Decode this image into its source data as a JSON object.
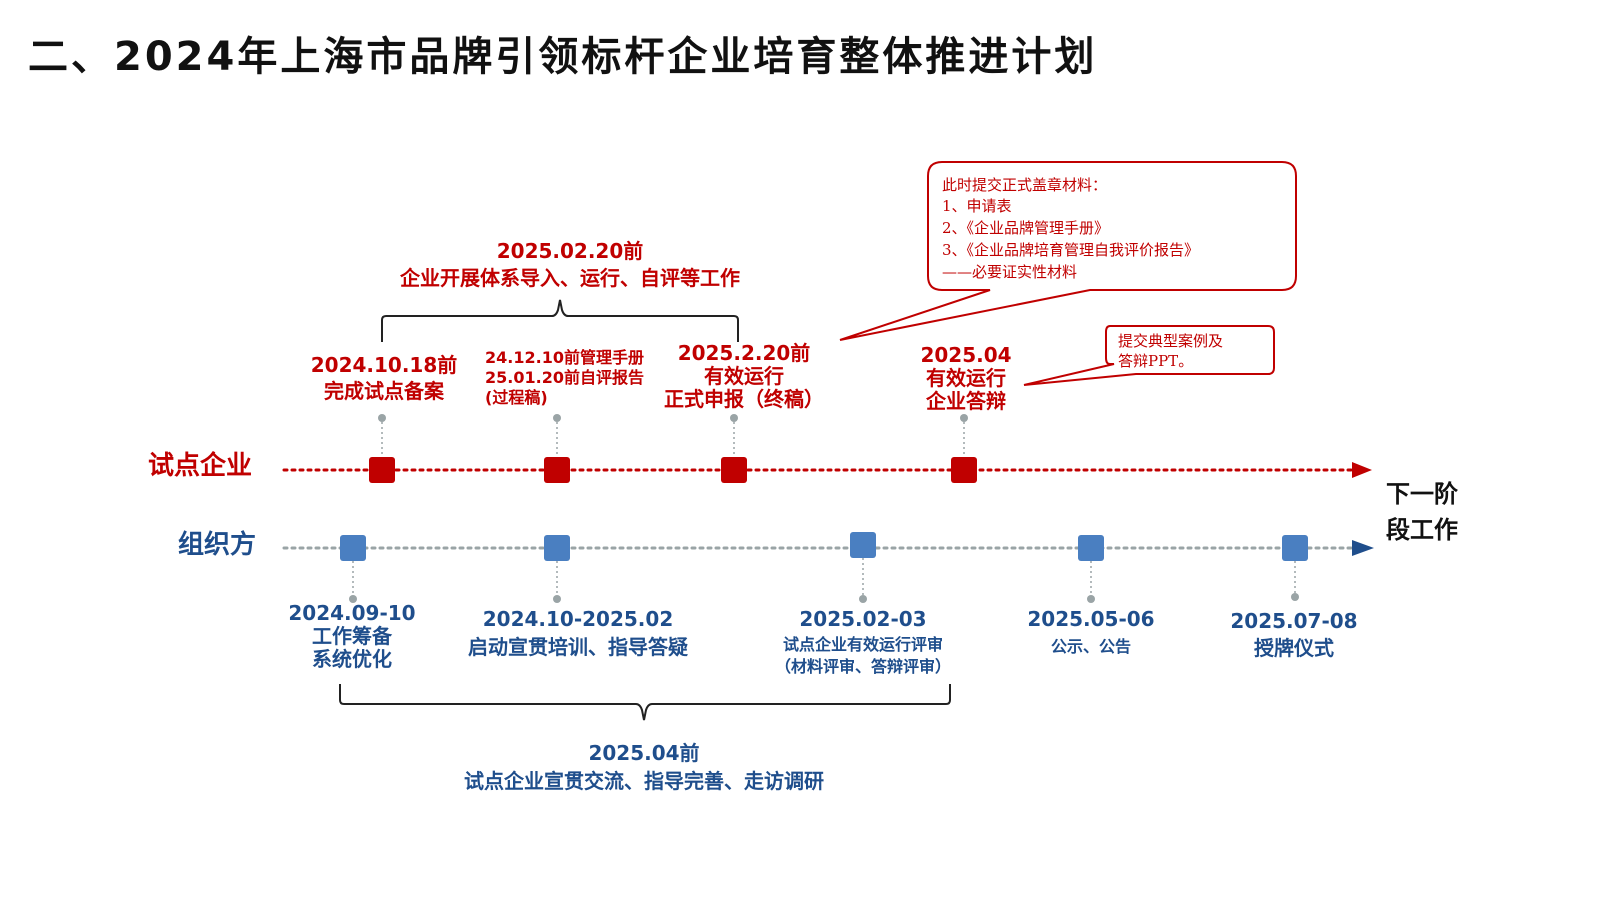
{
  "title": "二、2024年上海市品牌引领标杆企业培育整体推进计划",
  "colors": {
    "red": "#c00000",
    "blue": "#1f4e8c",
    "marker_blue": "#4a7fc1",
    "text_dark": "#111111",
    "gray_dot": "#9aa4a6"
  },
  "rows": {
    "pilot": "试点企业",
    "organizer": "组织方"
  },
  "next_stage": [
    "下一阶",
    "段工作"
  ],
  "top_bracket": {
    "lines": [
      "2025.02.20前",
      "企业开展体系导入、运行、自评等工作"
    ]
  },
  "bottom_bracket": {
    "lines": [
      "2025.04前",
      "试点企业宣贯交流、指导完善、走访调研"
    ]
  },
  "pilot_milestones": [
    {
      "lines": [
        "2024.10.18前",
        "完成试点备案"
      ],
      "size": "big"
    },
    {
      "lines": [
        "24.12.10前管理手册",
        "25.01.20前自评报告",
        "(过程稿)"
      ],
      "size": "small"
    },
    {
      "lines": [
        "2025.2.20前",
        "有效运行",
        "正式申报（终稿）"
      ],
      "size": "big"
    },
    {
      "lines": [
        "2025.04",
        "有效运行",
        "企业答辩"
      ],
      "size": "big"
    }
  ],
  "organizer_milestones": [
    {
      "lines": [
        "2024.09-10",
        "工作筹备",
        "系统优化"
      ],
      "size": "big"
    },
    {
      "lines": [
        "2024.10-2025.02",
        "启动宣贯培训、指导答疑"
      ],
      "size": "big"
    },
    {
      "lines": [
        "2025.02-03",
        "试点企业有效运行评审",
        "（材料评审、答辩评审）"
      ],
      "size": "mixed"
    },
    {
      "lines": [
        "2025.05-06",
        "公示、公告"
      ],
      "size": "mixed"
    },
    {
      "lines": [
        "2025.07-08",
        "授牌仪式"
      ],
      "size": "big"
    }
  ],
  "callout_main": {
    "lines": [
      "此时提交正式盖章材料：",
      "1、申请表",
      "2、《企业品牌管理手册》",
      "3、《企业品牌培育管理自我评价报告》",
      "——必要证实性材料"
    ]
  },
  "callout_small": {
    "lines": [
      "提交典型案例及",
      "答辩PPT。"
    ]
  }
}
